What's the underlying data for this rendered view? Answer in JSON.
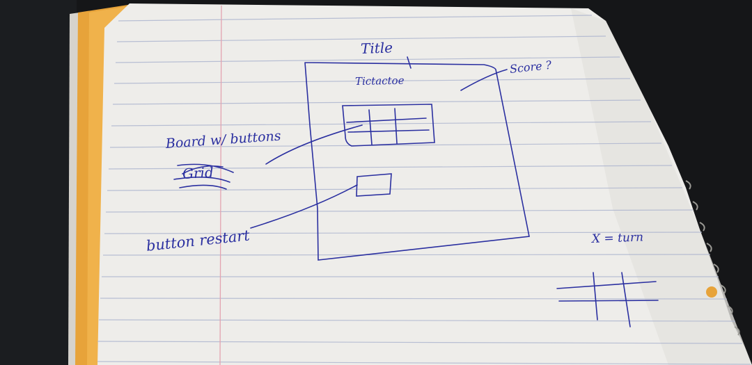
{
  "photo": {
    "subject": "handwritten wireframe sketch on lined notebook paper",
    "colors": {
      "background": "#151618",
      "paper": "#eeedea",
      "paper_shadow": "#d9d8d4",
      "rule_line": "#aeb6cf",
      "margin_line": "#e3a3b0",
      "ink": "#2a2fa0",
      "folder_edge": "#e7a33a"
    }
  },
  "sketch": {
    "title_note": "Title",
    "window_title": "Tictactoe",
    "score_note": "Score ?",
    "board_note": "Board w/ buttons",
    "crossed_word": "Grid",
    "restart_note": "button restart",
    "turn_note": "X = turn"
  }
}
